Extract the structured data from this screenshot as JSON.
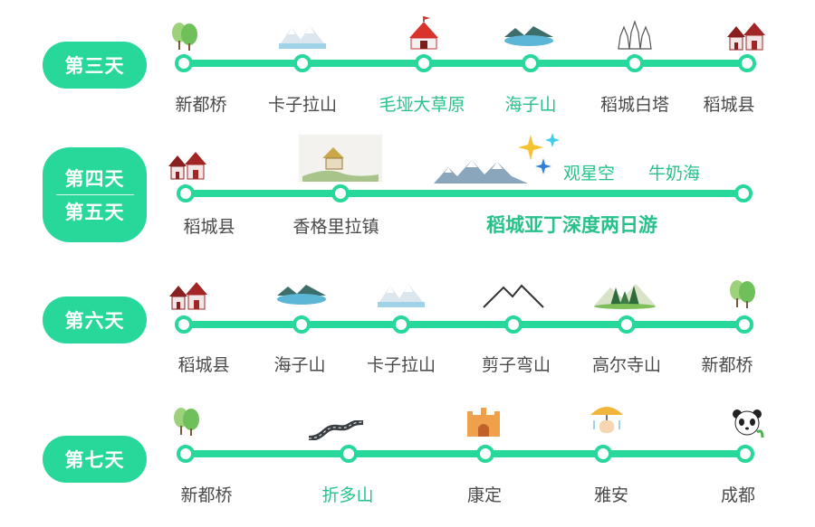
{
  "rows": [
    {
      "day_label": "第三天",
      "stops": [
        {
          "name": "新都桥",
          "icon": "tree-icon",
          "highlight": false
        },
        {
          "name": "卡子拉山",
          "icon": "snow-mountain-lake-icon",
          "highlight": false
        },
        {
          "name": "毛垭大草原",
          "icon": "tent-icon",
          "highlight": true
        },
        {
          "name": "海子山",
          "icon": "lake-mountain-icon",
          "highlight": true
        },
        {
          "name": "稻城白塔",
          "icon": "white-pagoda-icon",
          "highlight": false
        },
        {
          "name": "稻城县",
          "icon": "town-icon",
          "highlight": false
        }
      ]
    },
    {
      "day_label_top": "第四天",
      "day_label_bottom": "第五天",
      "stops": [
        {
          "name": "稻城县",
          "icon": "town-icon",
          "highlight": false
        },
        {
          "name": "香格里拉镇",
          "icon": "village-icon",
          "highlight": false
        },
        {
          "name": "",
          "icon": "",
          "highlight": false
        }
      ],
      "extras": [
        "观星空",
        "牛奶海"
      ],
      "tour_name": "稻城亚丁深度两日游"
    },
    {
      "day_label": "第六天",
      "stops": [
        {
          "name": "稻城县",
          "icon": "town-icon",
          "highlight": false
        },
        {
          "name": "海子山",
          "icon": "lake-mountain-icon",
          "highlight": false
        },
        {
          "name": "卡子拉山",
          "icon": "snow-mountain-lake-icon",
          "highlight": false
        },
        {
          "name": "剪子弯山",
          "icon": "peak-outline-icon",
          "highlight": false
        },
        {
          "name": "高尔寺山",
          "icon": "forest-mountain-icon",
          "highlight": false
        },
        {
          "name": "新都桥",
          "icon": "tree-icon",
          "highlight": false
        }
      ]
    },
    {
      "day_label": "第七天",
      "stops": [
        {
          "name": "新都桥",
          "icon": "tree-icon",
          "highlight": false
        },
        {
          "name": "折多山",
          "icon": "winding-road-icon",
          "highlight": true
        },
        {
          "name": "康定",
          "icon": "castle-icon",
          "highlight": false
        },
        {
          "name": "雅安",
          "icon": "umbrella-icon",
          "highlight": false
        },
        {
          "name": "成都",
          "icon": "panda-icon",
          "highlight": false
        }
      ]
    }
  ],
  "colors": {
    "accent": "#27d89a",
    "highlight_text": "#27c28a",
    "text": "#4a4a4a"
  }
}
